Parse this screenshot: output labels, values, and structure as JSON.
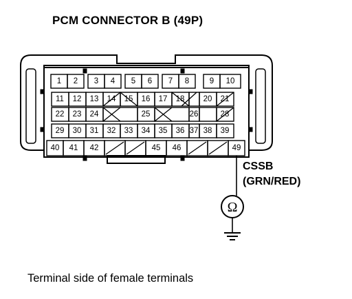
{
  "title": "PCM CONNECTOR B (49P)",
  "connector": {
    "rows": [
      [
        "1",
        "2",
        "3",
        "4",
        "5",
        "6",
        "7",
        "8",
        "9",
        "10"
      ],
      [
        "11",
        "12",
        "13",
        "14",
        "15",
        "16",
        "17",
        "18",
        "",
        "20",
        "21"
      ],
      [
        "22",
        "23",
        "24",
        "",
        "",
        "25",
        "",
        "",
        "26",
        "",
        "28"
      ],
      [
        "29",
        "30",
        "31",
        "32",
        "33",
        "34",
        "35",
        "36",
        "37",
        "38",
        "39"
      ],
      [
        "40",
        "41",
        "42",
        "",
        "",
        "45",
        "46",
        "",
        "",
        "49"
      ]
    ],
    "empty_cells": [
      "r1c8",
      "r2c3-4",
      "r2c6-7",
      "r2c9",
      "r4c3",
      "r4c4",
      "r4c7",
      "r4c8"
    ]
  },
  "wire": {
    "terminal": "49",
    "name": "CSSB",
    "color": "(GRN/RED)",
    "meter_symbol": "Ω",
    "meter_icon": "ohmmeter-icon",
    "ground_icon": "ground-icon"
  },
  "caption": "Terminal side of female terminals"
}
